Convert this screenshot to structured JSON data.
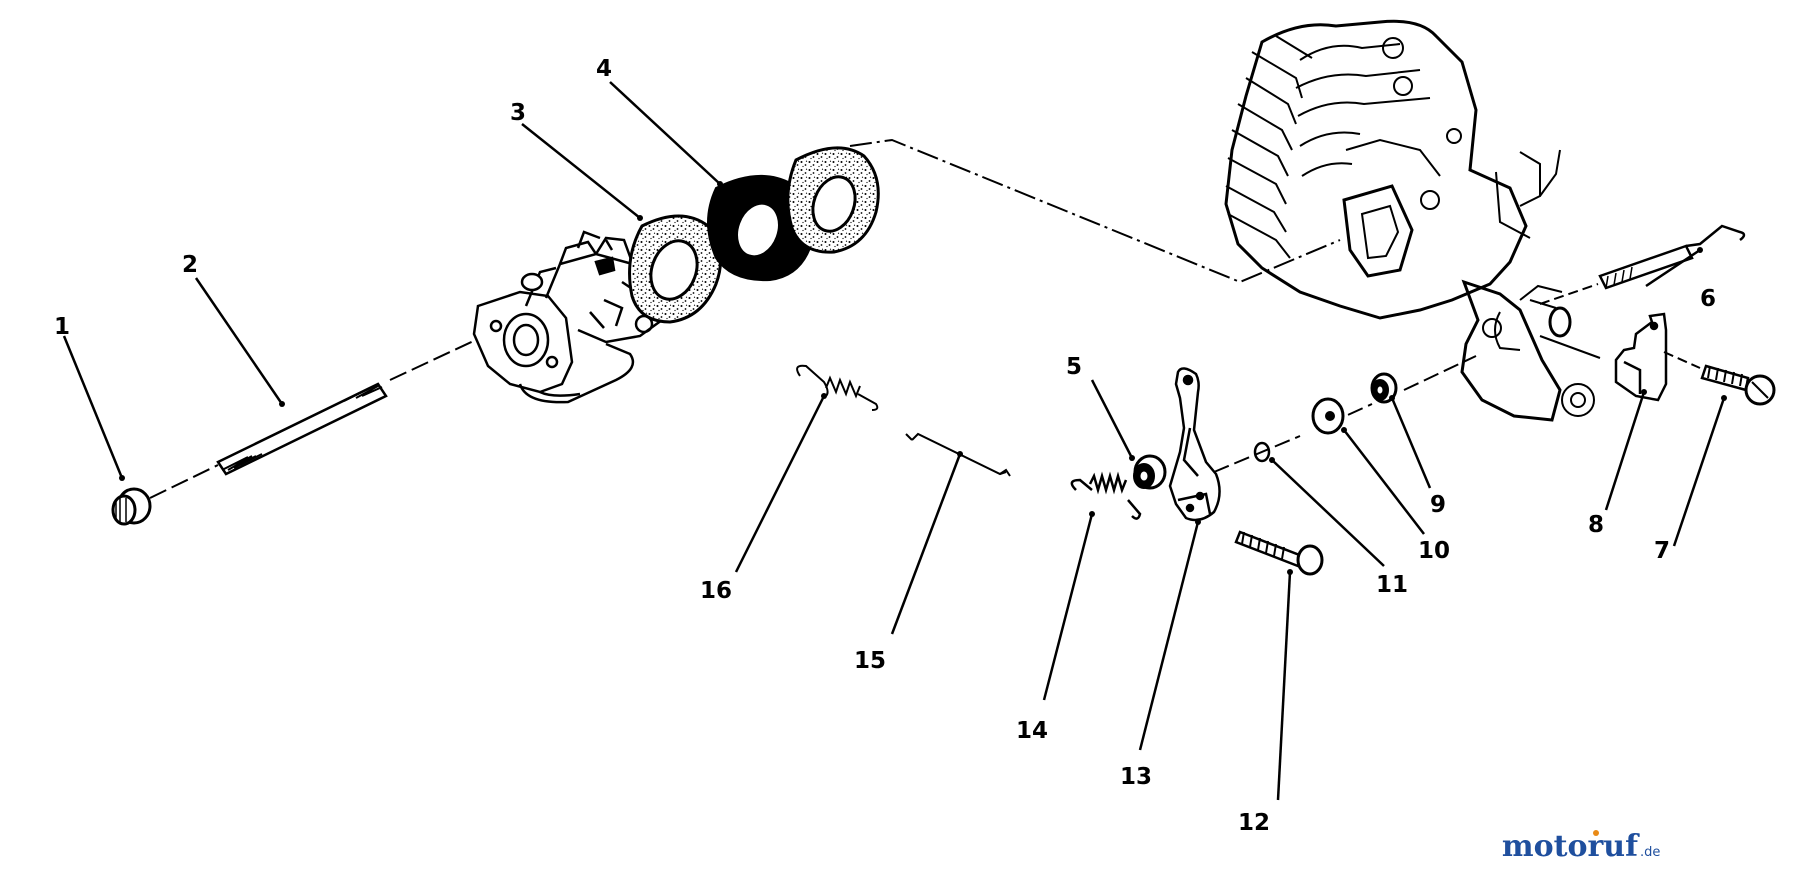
{
  "callouts": {
    "c1": "1",
    "c2": "2",
    "c3": "3",
    "c4": "4",
    "c5": "5",
    "c6": "6",
    "c7": "7",
    "c8": "8",
    "c9": "9",
    "c10": "10",
    "c11": "11",
    "c12": "12",
    "c13": "13",
    "c14": "14",
    "c15": "15",
    "c16": "16"
  },
  "watermark": {
    "main": "motoruf",
    "suffix": ".de"
  },
  "colors": {
    "ink": "#000000",
    "watermark_blue": "#1f4f9e",
    "watermark_orange": "#e98a16",
    "foam": "#d9d9d9"
  }
}
